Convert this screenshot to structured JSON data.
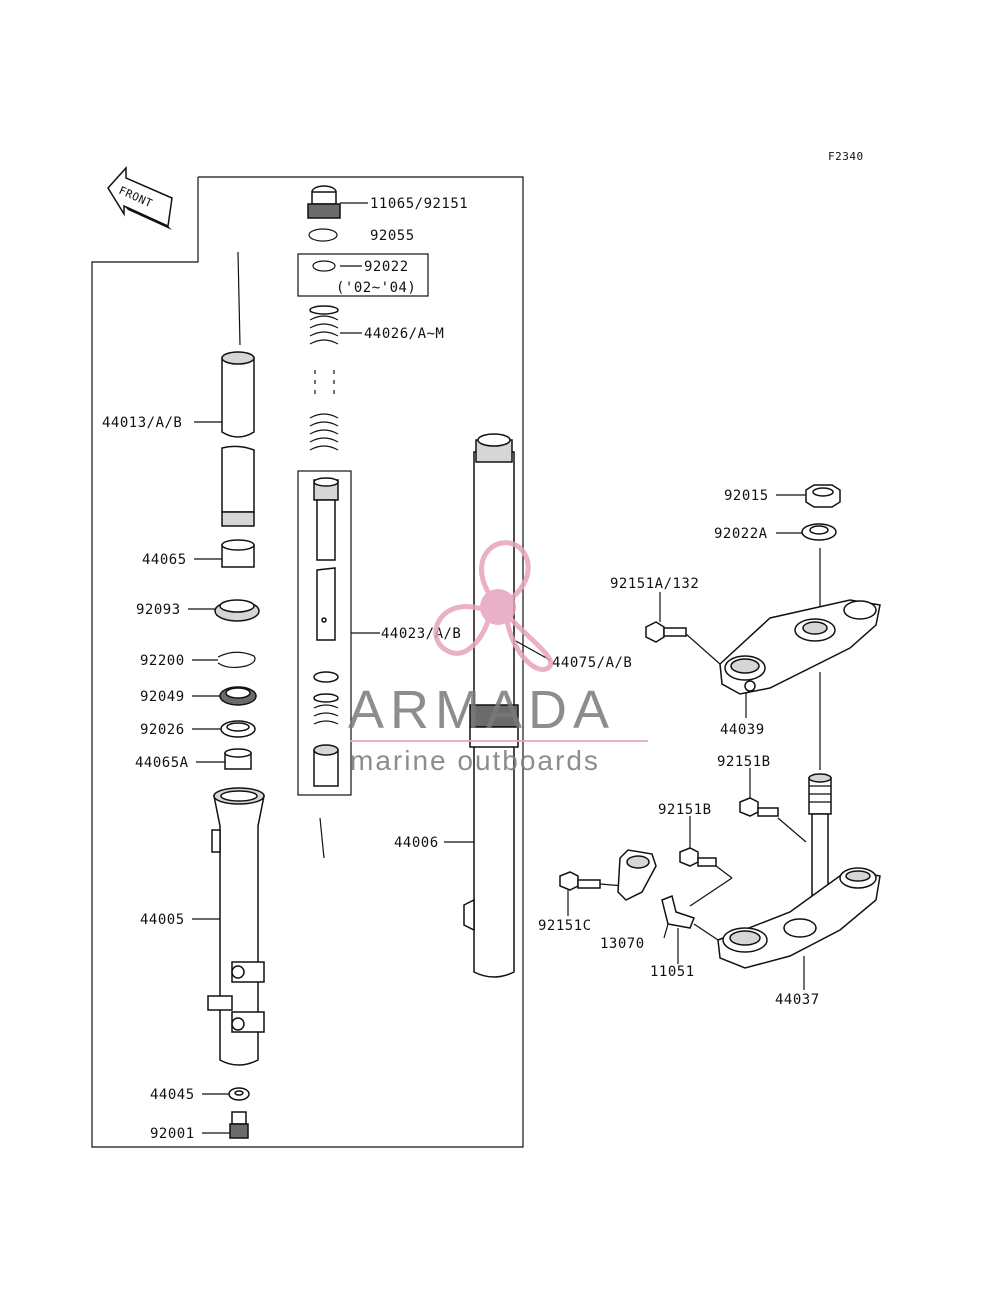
{
  "diagram_code": "F2340",
  "front_label": "FRONT",
  "watermark": {
    "brand": "ARMADA",
    "tagline": "marine outboards",
    "accent": "#e6a3bf",
    "text_color": "#7a7a7a"
  },
  "parts": {
    "p1": "11065/92151",
    "p2": "92055",
    "p3": "92022",
    "p3b": "('02~'04)",
    "p4": "44026/A~M",
    "p5": "44013/A/B",
    "p6": "44065",
    "p7": "92093",
    "p8": "92200",
    "p9": "92049",
    "p10": "92026",
    "p11": "44065A",
    "p12": "44023/A/B",
    "p13": "44075/A/B",
    "p14": "44006",
    "p15": "44005",
    "p16": "44045",
    "p17": "92001",
    "p18": "92015",
    "p19": "92022A",
    "p20": "92151A/132",
    "p21": "44039",
    "p22": "92151B",
    "p23": "92151B",
    "p24": "92151C",
    "p25": "13070",
    "p26": "11051",
    "p27": "44037"
  }
}
